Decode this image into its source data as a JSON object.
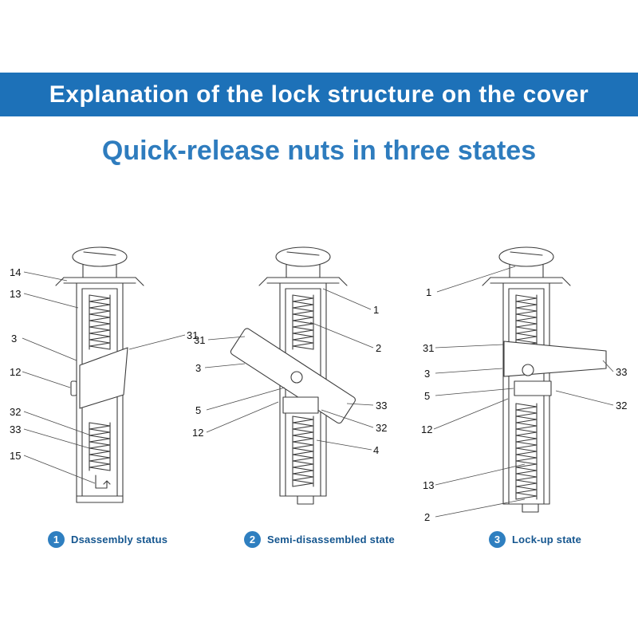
{
  "banner": {
    "title": "Explanation of the lock structure on the cover"
  },
  "subtitle": {
    "text": "Quick-release nuts in three states"
  },
  "figures": [
    {
      "caption_number": "1",
      "caption_label": "Dsassembly status",
      "callouts": [
        "14",
        "13",
        "3",
        "12",
        "32",
        "33",
        "15",
        "31"
      ]
    },
    {
      "caption_number": "2",
      "caption_label": "Semi-disassembled state",
      "callouts": [
        "31",
        "3",
        "5",
        "12",
        "1",
        "2",
        "33",
        "32",
        "4"
      ]
    },
    {
      "caption_number": "3",
      "caption_label": "Lock-up state",
      "callouts": [
        "1",
        "31",
        "3",
        "5",
        "12",
        "13",
        "2",
        "33",
        "32"
      ]
    }
  ],
  "colors": {
    "banner_bg": "#1d71b8",
    "banner_text": "#ffffff",
    "subtitle_color": "#2e7cbe",
    "line_color": "#3c3c3c",
    "accent_blue": "#2f7fc0",
    "caption_text": "#15568f"
  }
}
